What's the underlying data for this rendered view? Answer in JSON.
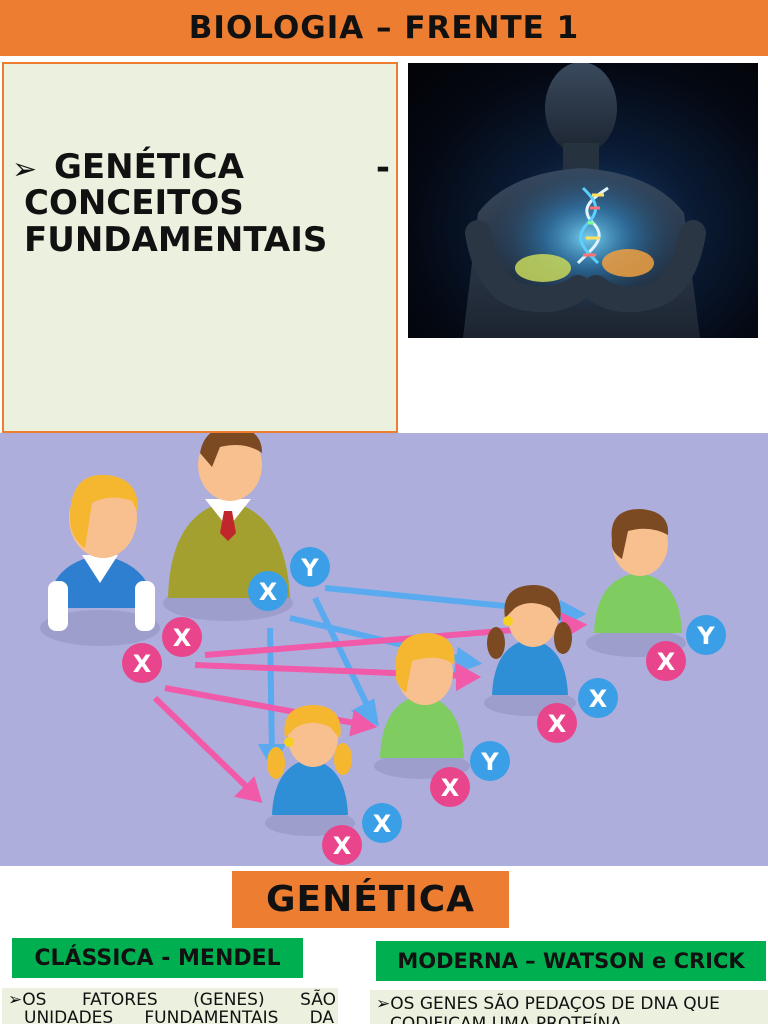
{
  "header": {
    "title": "BIOLOGIA – FRENTE 1"
  },
  "title_box": {
    "bullet": "➢",
    "line1": "GENÉTICA",
    "dash": "-",
    "line2": "CONCEITOS",
    "line3": "FUNDAMENTAIS"
  },
  "illustration": {
    "chromosomes": {
      "x": "X",
      "y": "Y"
    }
  },
  "section": {
    "title": "GENÉTICA"
  },
  "left_column": {
    "label": "CLÁSSICA - MENDEL",
    "bullet": "➢",
    "line1_words": [
      "OS",
      "FATORES",
      "(GENES)",
      "SÃO"
    ],
    "line2_words": [
      "UNIDADES",
      "FUNDAMENTAIS",
      "DA"
    ]
  },
  "right_column": {
    "label": "MODERNA – WATSON e CRICK",
    "bullet": "➢",
    "line1": "OS GENES SÃO PEDAÇOS DE DNA QUE",
    "line2": "CODIFICAM UMA PROTEÍNA"
  },
  "colors": {
    "orange": "#ed7d31",
    "green": "#00b050",
    "light_green": "#ebf1de",
    "lavender": "#aeaedc",
    "x_pink": "#e8458c",
    "y_blue": "#3a9fe6"
  }
}
